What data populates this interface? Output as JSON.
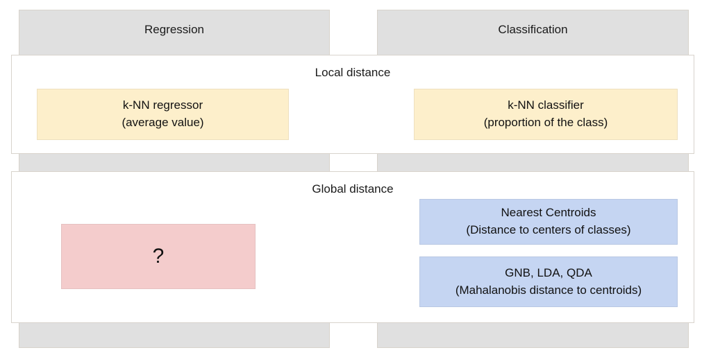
{
  "columns": [
    {
      "id": "regression",
      "label": "Regression"
    },
    {
      "id": "classification",
      "label": "Classification"
    }
  ],
  "bands": [
    {
      "id": "local",
      "title": "Local distance"
    },
    {
      "id": "global",
      "title": "Global distance"
    }
  ],
  "boxes": {
    "knn_regressor": {
      "title": "k-NN regressor",
      "subtitle": "(average value)",
      "color": "#fdefcb"
    },
    "knn_classifier": {
      "title": "k-NN classifier",
      "subtitle": "(proportion of the class)",
      "color": "#fdefcb"
    },
    "unknown_global_regressor": {
      "title": "?",
      "color": "#f4cccc"
    },
    "nearest_centroids": {
      "title": "Nearest Centroids",
      "subtitle": "(Distance to centers of classes)",
      "color": "#c5d5f2"
    },
    "generative_models": {
      "title": "GNB, LDA, QDA",
      "subtitle": "(Mahalanobis distance to centroids)",
      "color": "#c5d5f2"
    }
  },
  "palette": {
    "column_gray": "#e0e0e0",
    "border_gray": "#d8d3cc",
    "band_white": "#ffffff",
    "yellow": "#fdefcb",
    "blue": "#c5d5f2",
    "pink": "#f4cccc",
    "text": "#111111"
  }
}
